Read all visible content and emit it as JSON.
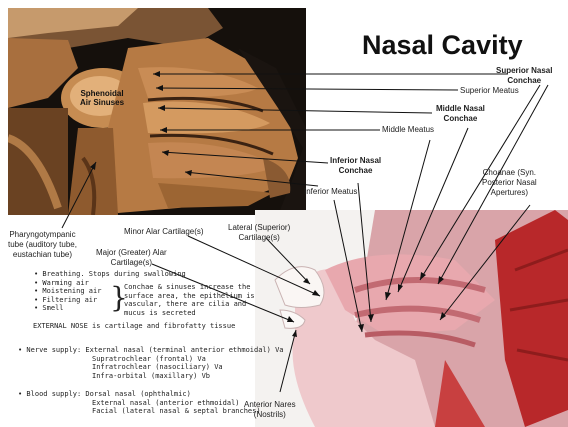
{
  "title": "Nasal Cavity",
  "photo_label": "Sphenoidal\nAir Sinuses",
  "labels": {
    "superior_nasal_conchae": "Superior Nasal\nConchae",
    "superior_meatus": "Superior Meatus",
    "middle_nasal_conchae": "Middle Nasal\nConchae",
    "middle_meatus": "Middle Meatus",
    "inferior_nasal_conchae": "Inferior Nasal\nConchae",
    "inferior_meatus": "Inferior Meatus",
    "choanae": "Choanae (Syn.\nPosterior Nasal\nApertures)",
    "pharyngotympanic": "Pharyngotympanic\ntube (auditory tube,\neustachian tube)",
    "minor_alar": "Minor Alar Cartilage(s)",
    "lateral_superior": "Lateral (Superior)\nCartilage(s)",
    "major_alar": "Major (Greater) Alar\nCartilage(s)",
    "anterior_nares": "Anterior Nares\n(Nostrils)"
  },
  "notes": {
    "functions": [
      "• Breathing. Stops during swallowing",
      "• Warming air",
      "• Moistening air",
      "• Filtering air",
      "• Smell"
    ],
    "brace_text": [
      "Conchae & sinuses increase the",
      "surface area, the epithelium is",
      "vascular, there are cilia and",
      "mucus is secreted"
    ],
    "external_nose": "EXTERNAL NOSE is cartilage and fibrofatty tissue",
    "nerve_supply": [
      "• Nerve supply: External nasal (terminal anterior ethmoidal) Va",
      "Supratrochlear (frontal) Va",
      "Infratrochlear (nasociliary) Va",
      "Infra-orbital (maxillary) Vb"
    ],
    "blood_supply": [
      "• Blood supply:  Dorsal nasal (ophthalmic)",
      "External nasal (anterior ethmoidal)",
      "Facial (lateral nasal & septal branches)"
    ]
  },
  "colors": {
    "title": "#111111",
    "leader_line": "#111111",
    "photo_tissue": "#b0753f",
    "model_pink": "#e8a8ae",
    "muscle_red": "#b8282a"
  }
}
